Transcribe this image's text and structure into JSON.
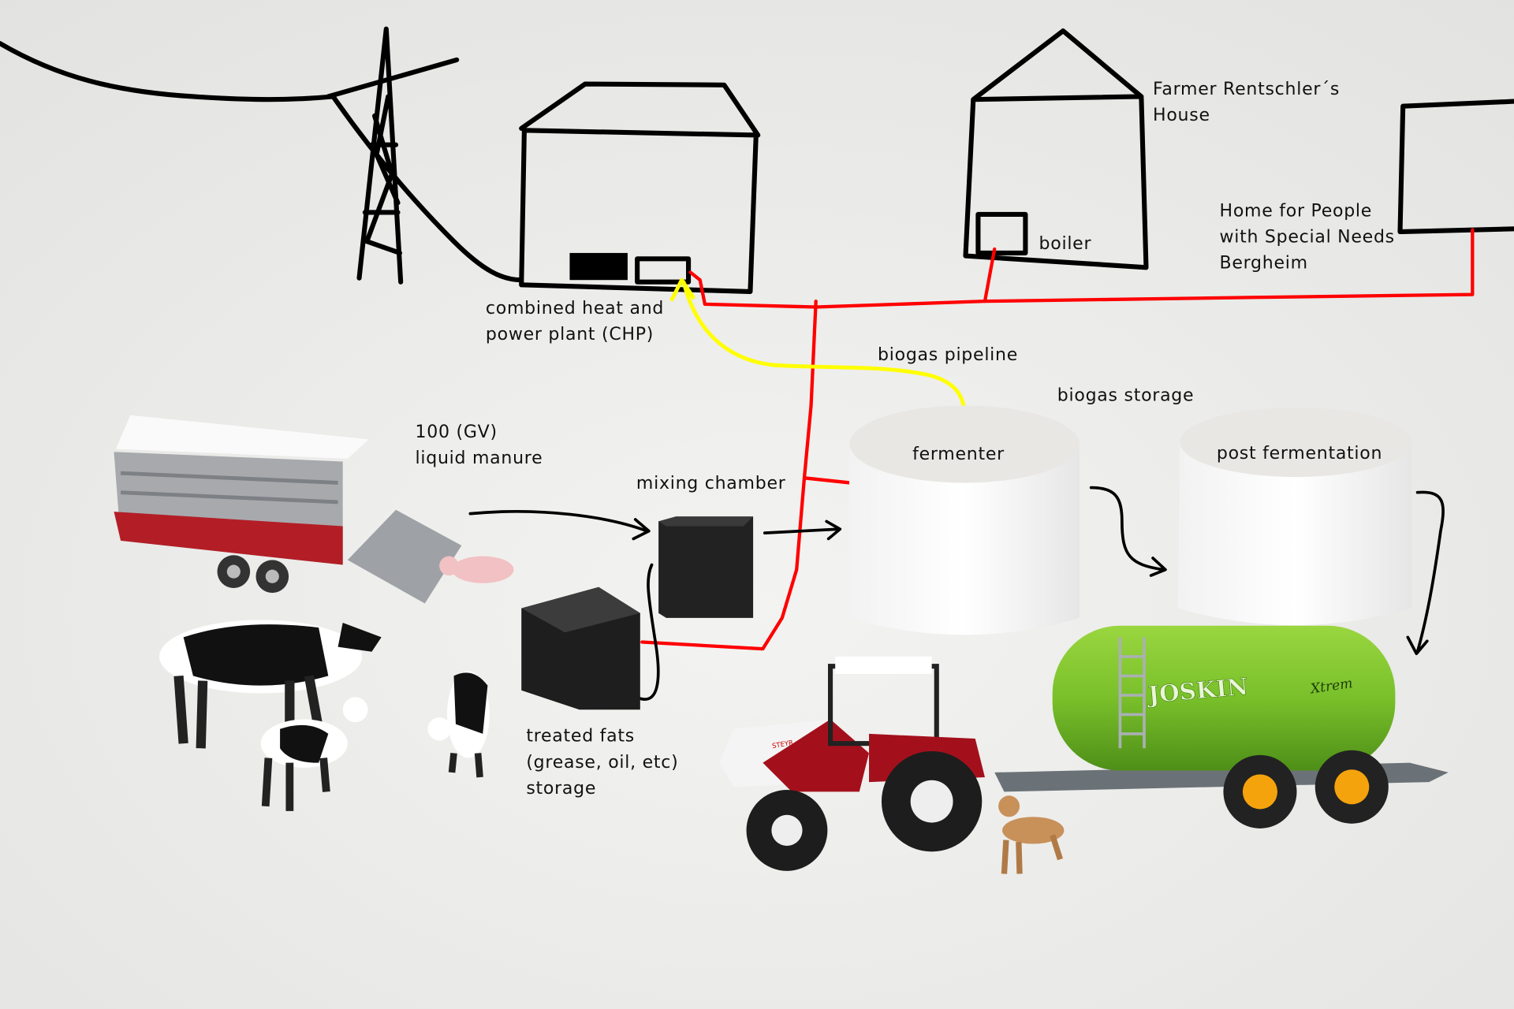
{
  "labels": {
    "farmer_house": [
      "Farmer Rentschler´s",
      "House"
    ],
    "home_special_needs": [
      "Home for People",
      "with Special Needs",
      "Bergheim"
    ],
    "boiler": "boiler",
    "chp": [
      "combined heat and",
      "power plant (CHP)"
    ],
    "biogas_pipeline": "biogas pipeline",
    "biogas_storage": "biogas storage",
    "liquid_manure": [
      "100 (GV)",
      "liquid manure"
    ],
    "mixing_chamber": "mixing chamber",
    "fermenter": "fermenter",
    "post_fermentation": "post fermentation",
    "treated_fats": [
      "treated fats",
      "(grease, oil, etc)",
      "storage"
    ]
  },
  "logos": {
    "tanker_brand": "JOSKIN",
    "tanker_model": "Xtrem",
    "tractor_brand": "STEYR"
  },
  "colors": {
    "power_line": "#ff0000",
    "biogas_line": "#ffff00",
    "sketch": "#000000",
    "tanker": "#7cc22e",
    "tractor": "#a3101c"
  }
}
